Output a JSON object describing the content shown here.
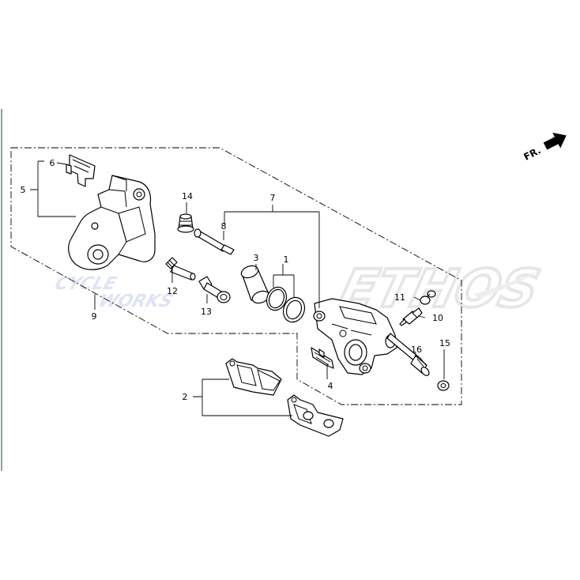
{
  "direction_marker": {
    "label": "FR."
  },
  "watermarks": {
    "left_line1": "CYCLE",
    "left_line2": "WORKS",
    "right": "ETHOS"
  },
  "callouts": [
    {
      "number": "1",
      "part": "piston-seal-set"
    },
    {
      "number": "2",
      "part": "brake-pad-set"
    },
    {
      "number": "3",
      "part": "caliper-piston"
    },
    {
      "number": "4",
      "part": "pad-spring"
    },
    {
      "number": "5",
      "part": "caliper-bracket"
    },
    {
      "number": "6",
      "part": "pad-retainer-clip"
    },
    {
      "number": "7",
      "part": "caliper-body-assembly"
    },
    {
      "number": "8",
      "part": "bracket-pin"
    },
    {
      "number": "9",
      "part": "bracket-assembly"
    },
    {
      "number": "10",
      "part": "bleeder-valve"
    },
    {
      "number": "11",
      "part": "bleeder-cap"
    },
    {
      "number": "12",
      "part": "caliper-pin-a"
    },
    {
      "number": "13",
      "part": "caliper-pin-b"
    },
    {
      "number": "14",
      "part": "pin-boot"
    },
    {
      "number": "15",
      "part": "pad-pin-plug"
    },
    {
      "number": "16",
      "part": "pad-pin"
    }
  ]
}
